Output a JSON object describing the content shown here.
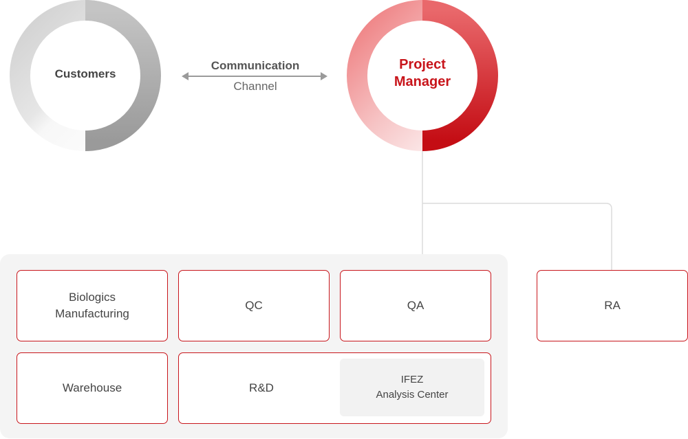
{
  "nodes": {
    "customers": "Customers",
    "project_manager": [
      "Project",
      "Manager"
    ]
  },
  "channel": {
    "title": "Communication",
    "subtitle": "Channel"
  },
  "departments": {
    "biologics_manufacturing": [
      "Biologics",
      "Manufacturing"
    ],
    "qc": "QC",
    "qa": "QA",
    "ra": "RA",
    "warehouse": "Warehouse",
    "rnd": "R&D",
    "ifez": [
      "IFEZ",
      "Analysis Center"
    ]
  },
  "colors": {
    "accent_red": "#c8151b",
    "neutral_gray": "#9a9a9a",
    "panel_bg": "#f4f4f4"
  }
}
